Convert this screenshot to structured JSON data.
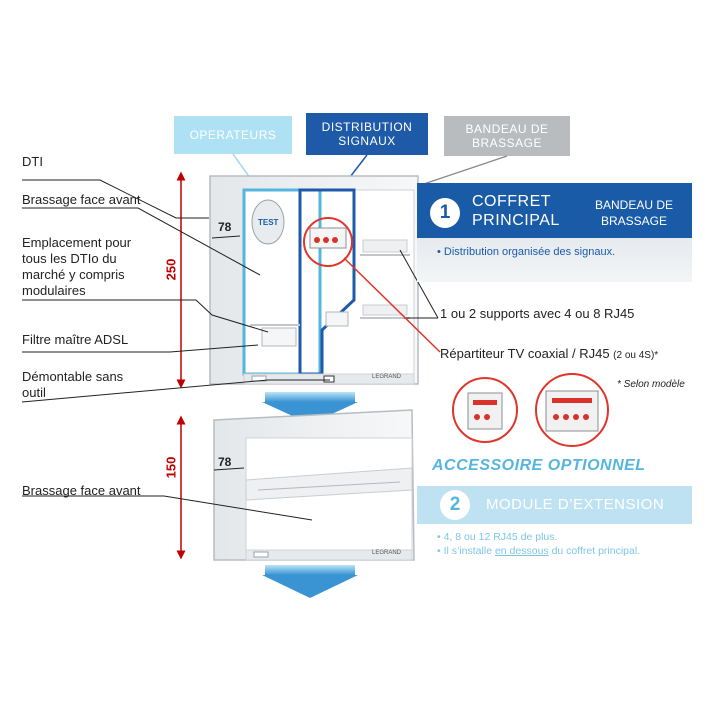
{
  "tags": {
    "operateurs": "OPERATEURS",
    "distribution": "DISTRIBUTION\nSIGNAUX",
    "bandeau": "BANDEAU DE\nBRASSAGE"
  },
  "labels_left": {
    "dti": "DTI",
    "brassage_avant": "Brassage face avant",
    "emplacement": "Emplacement pour\ntous les DTIo du\nmarché y compris\nmodulaires",
    "filtre": "Filtre maître ADSL",
    "demontable": "Démontable sans\noutil",
    "brassage_avant_2": "Brassage face avant"
  },
  "dimensions": {
    "depth_top": "78",
    "height_top": "250",
    "depth_bottom": "78",
    "height_bottom": "150"
  },
  "coffret": {
    "number": "1",
    "title": "COFFRET\nPRINCIPAL",
    "bandeau": "BANDEAU DE\nBRASSAGE",
    "bullet": "Distribution organisée des signaux."
  },
  "callouts": {
    "supports": "1 ou 2 supports avec 4 ou 8 RJ45",
    "repartiteur_main": "Répartiteur TV coaxial / RJ45 ",
    "repartiteur_small": "(2 ou 4S)*",
    "selon": "* Selon modèle"
  },
  "extension": {
    "accessoire": "ACCESSOIRE OPTIONNEL",
    "number": "2",
    "title": "MODULE D’EXTENSION",
    "bullet1": "4, 8 ou 12 RJ45 de plus.",
    "bullet2_pre": "Il s’installe ",
    "bullet2_link": "en dessous",
    "bullet2_post": " du coffret principal."
  },
  "device": {
    "test_label": "TEST",
    "brand": "LEGRAND"
  },
  "colors": {
    "brand_blue": "#1a5ba8",
    "light_blue": "#aee1f3",
    "grey_tag": "#b9bcbe",
    "dimension_red": "#c00000"
  }
}
